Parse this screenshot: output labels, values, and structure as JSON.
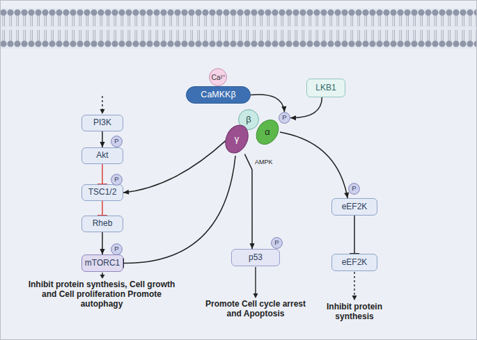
{
  "diagram": {
    "nodes": [
      {
        "text": [
          "Ca²⁺"
        ]
      },
      {
        "text": [
          "CaMKKβ"
        ]
      },
      {
        "text": [
          "LKB1"
        ]
      },
      {
        "text": [
          "PI3K"
        ]
      },
      {
        "text": [
          "P"
        ]
      },
      {
        "text": [
          "Akt"
        ]
      },
      {
        "text": [
          "P"
        ]
      },
      {
        "text": [
          "β"
        ]
      },
      {
        "text": [
          "α"
        ]
      },
      {
        "text": [
          "γ"
        ]
      },
      {
        "text": [
          "P"
        ]
      },
      {
        "text": [
          "TSC1/2"
        ]
      },
      {
        "text": [
          "Rheb"
        ]
      },
      {
        "text": [
          "P"
        ]
      },
      {
        "text": [
          "mTORC1"
        ]
      },
      {
        "text": [
          "P"
        ]
      },
      {
        "text": [
          "p53"
        ]
      },
      {
        "text": [
          "P"
        ]
      },
      {
        "text": [
          "eEF2K"
        ]
      },
      {
        "text": [
          "eEF2K"
        ]
      }
    ],
    "edges": [
      {
        "from": 3,
        "to": 5,
        "arrow": "to"
      },
      {
        "from": 5,
        "to": 11,
        "arrow": "to"
      },
      {
        "from": 11,
        "to": 12,
        "arrow": "to"
      },
      {
        "from": 12,
        "to": 14,
        "arrow": "to"
      },
      {
        "from": 1,
        "to": 6,
        "arrow": "to"
      },
      {
        "from": 2,
        "to": 6,
        "arrow": "to"
      },
      {
        "from": 9,
        "to": 11,
        "arrow": "to"
      },
      {
        "from": 9,
        "to": 14,
        "arrow": "to"
      },
      {
        "from": 9,
        "to": 16,
        "arrow": "to"
      },
      {
        "from": 8,
        "to": 18,
        "arrow": "to"
      },
      {
        "from": 18,
        "to": 19,
        "arrow": "to"
      }
    ],
    "labels": [
      "AMPK",
      "Inhibit protein synthesis, Cell growth and Cell proliferation Promote autophagy",
      "Promote Cell cycle arrest and Apoptosis",
      "Inhibit protein synthesis"
    ]
  }
}
